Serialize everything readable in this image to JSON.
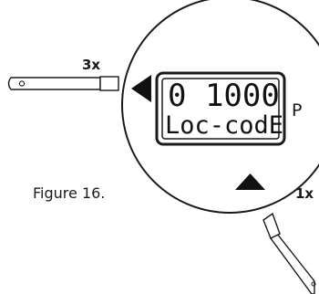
{
  "display": {
    "line1": "0 1000",
    "line2": "Loc-codE"
  },
  "side_button_label": "P",
  "callouts": {
    "left_press": "3x",
    "bottom_press": "1x"
  },
  "caption": "Figure 16.",
  "colors": {
    "ink": "#1a1a1a",
    "background": "#ffffff"
  }
}
